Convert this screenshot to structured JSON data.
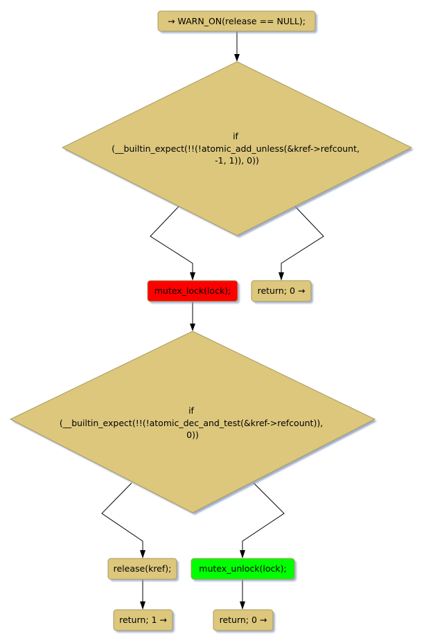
{
  "diagram": {
    "type": "flowchart",
    "colors": {
      "default_fill": "#dcc77d",
      "border": "#a89a5e",
      "shadow": "#8b9cbf",
      "lock_fill": "#ff0000",
      "unlock_fill": "#00ff00"
    },
    "nodes": {
      "warn_on": {
        "label": "→ WARN_ON(release == NULL);"
      },
      "cond1": {
        "lines": [
          "if",
          "(__builtin_expect(!!(!atomic_add_unless(&kref->refcount,",
          "-1, 1)), 0))"
        ]
      },
      "mutex_lock": {
        "label": "mutex_lock(lock);"
      },
      "return0_top": {
        "label": "return; 0 →"
      },
      "cond2": {
        "lines": [
          "if",
          "(__builtin_expect(!!(!atomic_dec_and_test(&kref->refcount)),",
          "0))"
        ]
      },
      "release": {
        "label": "release(kref);"
      },
      "mutex_unlock": {
        "label": "mutex_unlock(lock);"
      },
      "return1": {
        "label": "return; 1 →"
      },
      "return0_bottom": {
        "label": "return; 0 →"
      }
    },
    "edges": [
      {
        "from": "warn_on",
        "to": "cond1"
      },
      {
        "from": "cond1",
        "to": "mutex_lock"
      },
      {
        "from": "cond1",
        "to": "return0_top"
      },
      {
        "from": "mutex_lock",
        "to": "cond2"
      },
      {
        "from": "cond2",
        "to": "release"
      },
      {
        "from": "cond2",
        "to": "mutex_unlock"
      },
      {
        "from": "release",
        "to": "return1"
      },
      {
        "from": "mutex_unlock",
        "to": "return0_bottom"
      }
    ]
  }
}
